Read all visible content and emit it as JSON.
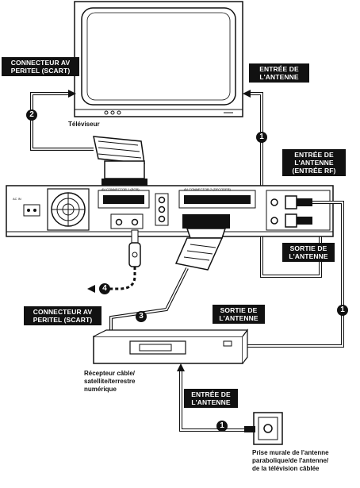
{
  "labels": {
    "scart_tv": "CONNECTEUR AV\nPERITEL (SCART)",
    "antenna_in_tv": "ENTRÉE DE\nL'ANTENNE",
    "tv": "Téléviseur",
    "rf_in": "ENTRÉE DE\nL'ANTENNE\n(ENTRÉE RF)",
    "antenna_out_rec": "SORTIE DE\nL'ANTENNE",
    "scart_box": "CONNECTEUR AV\nPERITEL (SCART)",
    "antenna_out_box": "SORTIE DE\nL'ANTENNE",
    "receiver": "Récepteur câble/\nsatellite/terrestre\nnumérique",
    "antenna_in_box": "ENTRÉE DE\nL'ANTENNE",
    "wall": "Prise murale de l'antenne\nparabolique/de l'antenne/\nde la télévision câblée"
  },
  "steps": {
    "one": "1",
    "two": "2",
    "three": "3",
    "four": "4"
  },
  "panel_text": {
    "ac_in": "AC IN",
    "av1": "AV CONNECTOR 1 (RGB)",
    "av2": "AV CONNECTOR 2 (DECODER)"
  }
}
